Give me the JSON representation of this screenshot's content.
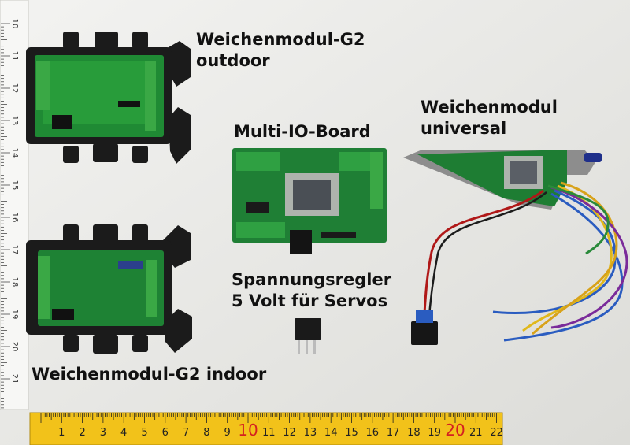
{
  "captions": {
    "g2_outdoor": [
      "Weichenmodul-G2",
      "outdoor"
    ],
    "multi_io": "Multi-IO-Board",
    "universal": [
      "Weichenmodul",
      "universal"
    ],
    "regler": [
      "Spannungsregler",
      "5 Volt für Servos"
    ],
    "g2_indoor": "Weichenmodul-G2 indoor"
  },
  "ruler_bottom": {
    "numbers": [
      "1",
      "2",
      "3",
      "4",
      "5",
      "6",
      "7",
      "8",
      "9",
      "10",
      "11",
      "12",
      "13",
      "14",
      "15",
      "16",
      "17",
      "18",
      "19",
      "20",
      "21",
      "22"
    ]
  },
  "ruler_left": {
    "numbers": [
      "10",
      "11",
      "12",
      "13",
      "14",
      "15",
      "16",
      "17",
      "18",
      "19",
      "20",
      "21"
    ]
  },
  "colors": {
    "background": "#e9e9e6",
    "pcb_green": "#1f7f35",
    "housing_black": "#1b1b1b",
    "ruler_yellow": "#f2c21a",
    "mount_grey": "#8d8d8d"
  }
}
